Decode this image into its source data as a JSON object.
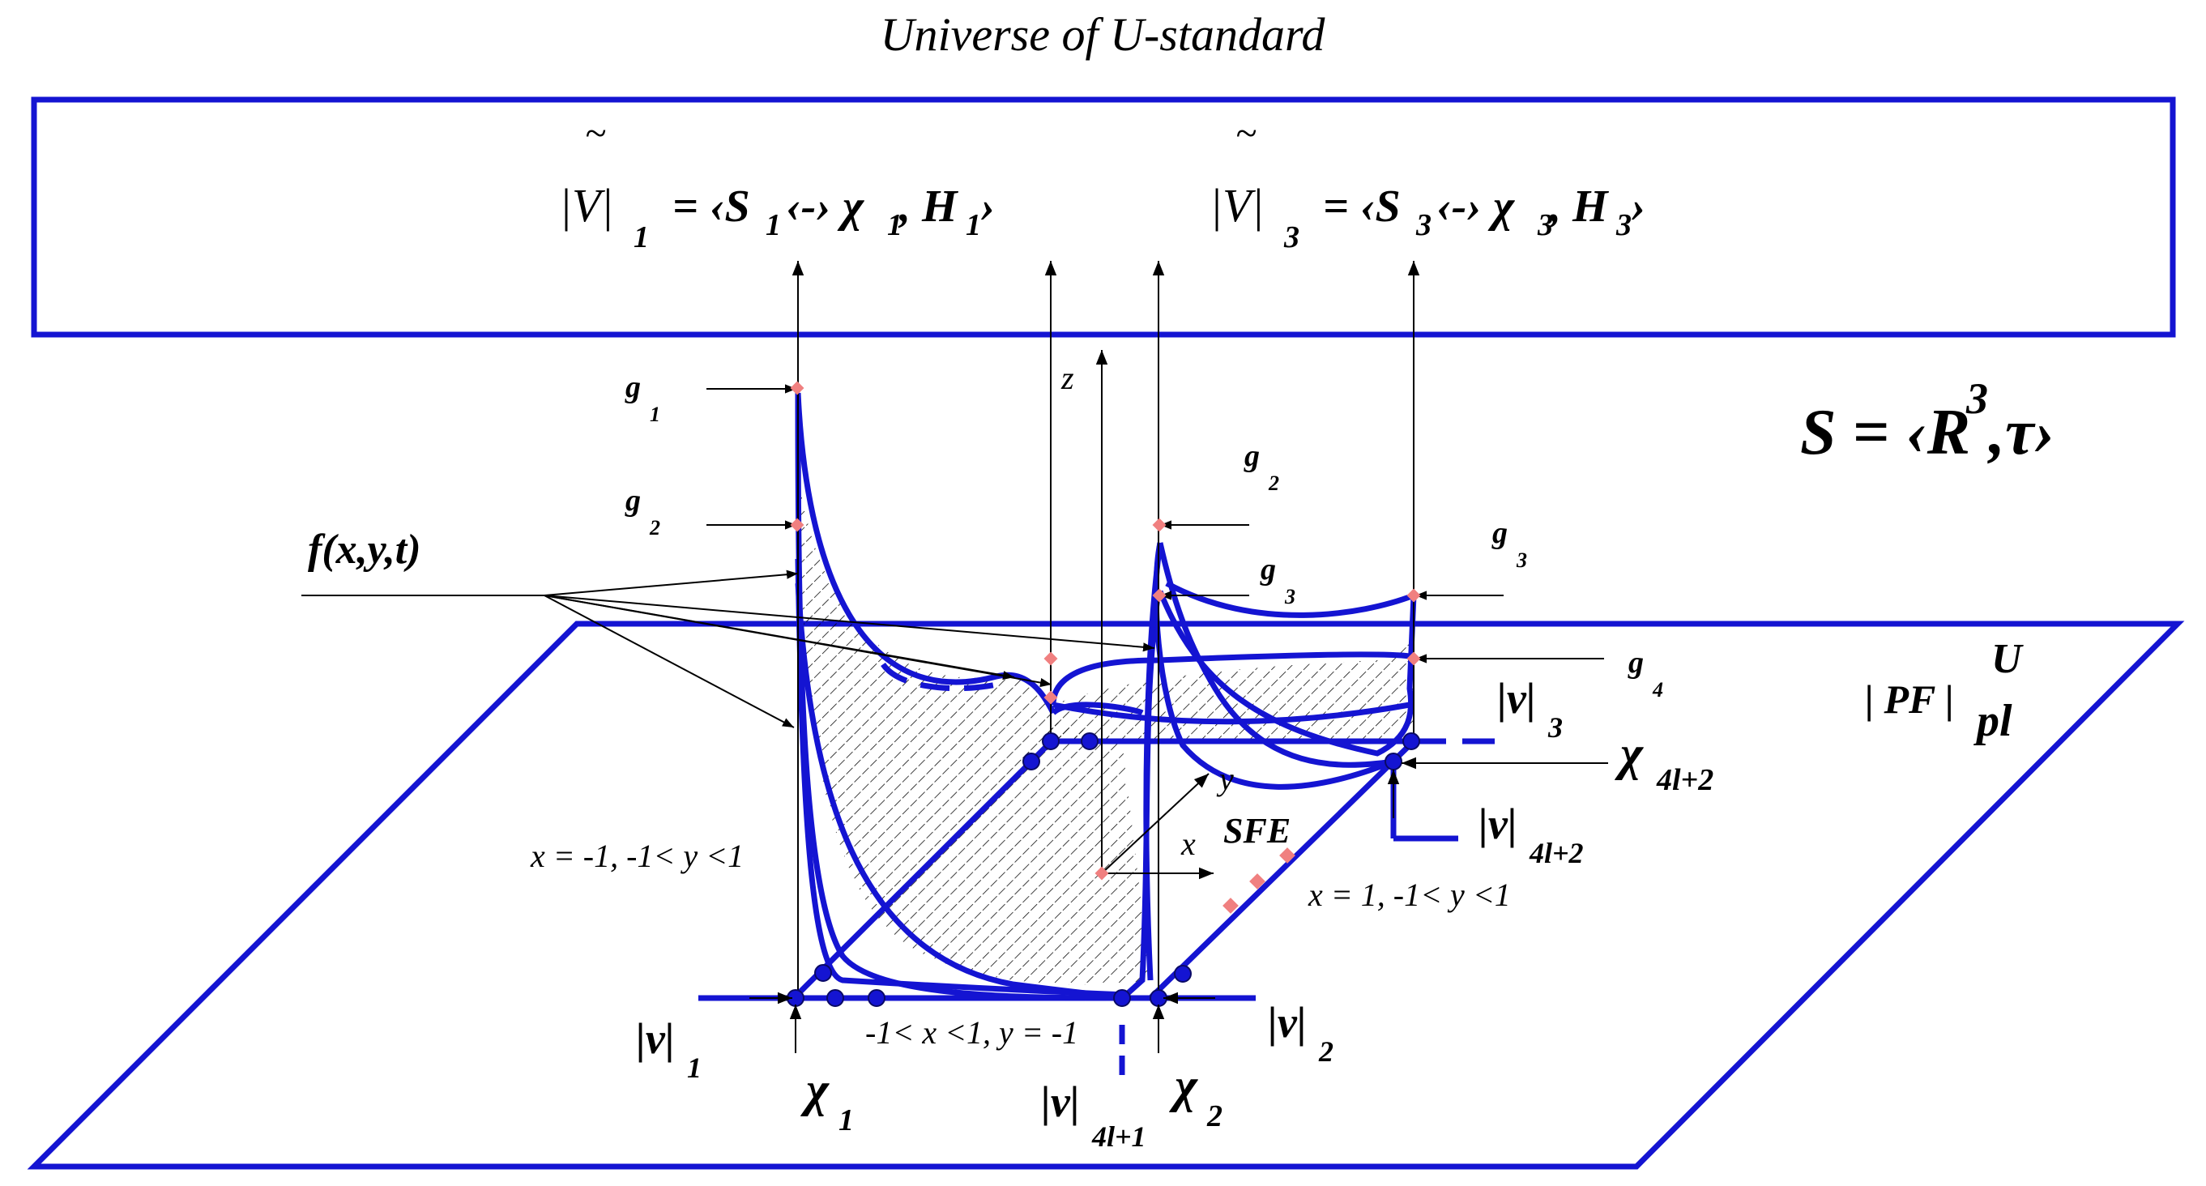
{
  "title": "Universe of U-standard",
  "top_box": {
    "formula_left": {
      "tilde": "~",
      "main": "|V|",
      "sub": "1",
      "rhs": "= ‹S",
      "s_sub": "1",
      "mid": "‹-› χ",
      "chi_sub": "1",
      "comma": ", H",
      "h_sub": "1",
      "end": "›"
    },
    "formula_right": {
      "tilde": "~",
      "main": "|V|",
      "sub": "3",
      "rhs": "= ‹S",
      "s_sub": "3",
      "mid": "‹-› χ",
      "chi_sub": "3",
      "comma": ", H",
      "h_sub": "3",
      "end": "›"
    }
  },
  "space_formula": {
    "lhs": "S = ‹R",
    "sup": "3",
    "rhs": ",τ›"
  },
  "plane_label": {
    "main": "| PF |",
    "sup": "U",
    "sub": "pl"
  },
  "function_label": "f(x,y,t)",
  "g_labels": [
    {
      "g": "g",
      "sub": "1"
    },
    {
      "g": "g",
      "sub": "2"
    },
    {
      "g": "g",
      "sub": "2"
    },
    {
      "g": "g",
      "sub": "3"
    },
    {
      "g": "g",
      "sub": "3"
    },
    {
      "g": "g",
      "sub": "4"
    }
  ],
  "axes": {
    "z": "z",
    "y": "y",
    "x": "x"
  },
  "sfe": "SFE",
  "boundaries": {
    "left": "x = -1, -1< y <1",
    "right": "x = 1, -1< y <1",
    "bottom": "-1< x <1, y = -1"
  },
  "v_labels": [
    {
      "main": "|v|",
      "sub": "1"
    },
    {
      "main": "|v|",
      "sub": "2"
    },
    {
      "main": "|v|",
      "sub": "3"
    },
    {
      "main": "|v|",
      "sub": "4l+1"
    },
    {
      "main": "|v|",
      "sub": "4l+2"
    }
  ],
  "chi_labels": [
    {
      "main": "χ",
      "sub": "1"
    },
    {
      "main": "χ",
      "sub": "2"
    },
    {
      "main": "χ",
      "sub": "4l+2"
    }
  ],
  "colors": {
    "line": "#1414d2",
    "marker": "#f08080",
    "text": "#000000"
  }
}
